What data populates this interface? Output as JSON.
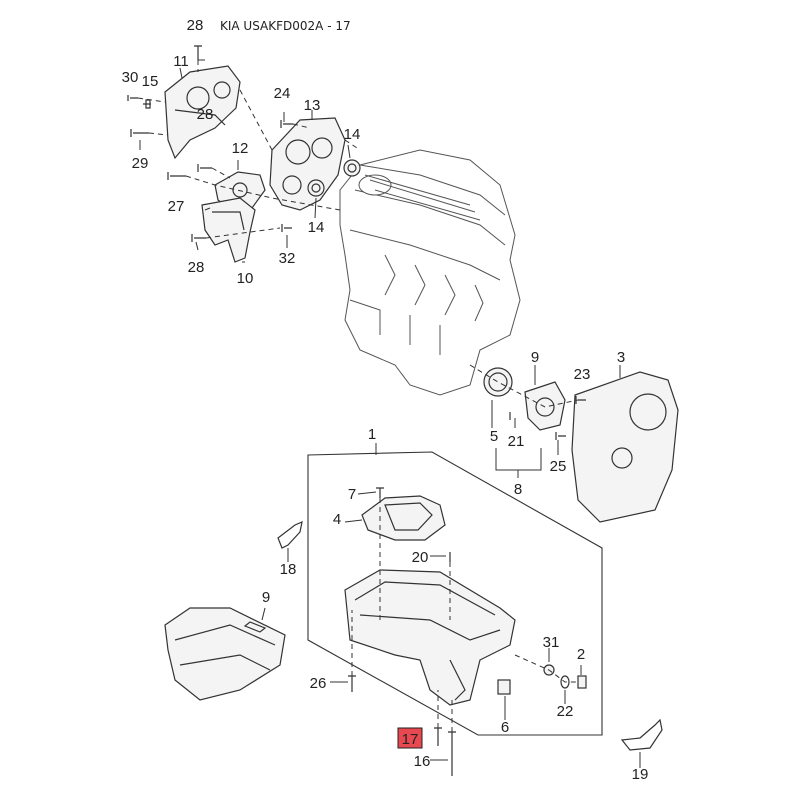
{
  "header": {
    "code": "KIA USAKFD002A - 17"
  },
  "callouts": {
    "c1": "1",
    "c2": "2",
    "c3": "3",
    "c4": "4",
    "c5": "5",
    "c6": "6",
    "c7": "7",
    "c8": "8",
    "c9a": "9",
    "c9b": "9",
    "c10": "10",
    "c11": "11",
    "c12": "12",
    "c13": "13",
    "c14a": "14",
    "c14b": "14",
    "c15": "15",
    "c16": "16",
    "c17": "17",
    "c18": "18",
    "c19": "19",
    "c20": "20",
    "c21": "21",
    "c22": "22",
    "c23": "23",
    "c24": "24",
    "c25": "25",
    "c26": "26",
    "c27": "27",
    "c28a": "28",
    "c28b": "28",
    "c28c": "28",
    "c29": "29",
    "c30": "30",
    "c31": "31",
    "c32": "32"
  },
  "highlight": {
    "part": "17",
    "color": "#e8484f"
  }
}
